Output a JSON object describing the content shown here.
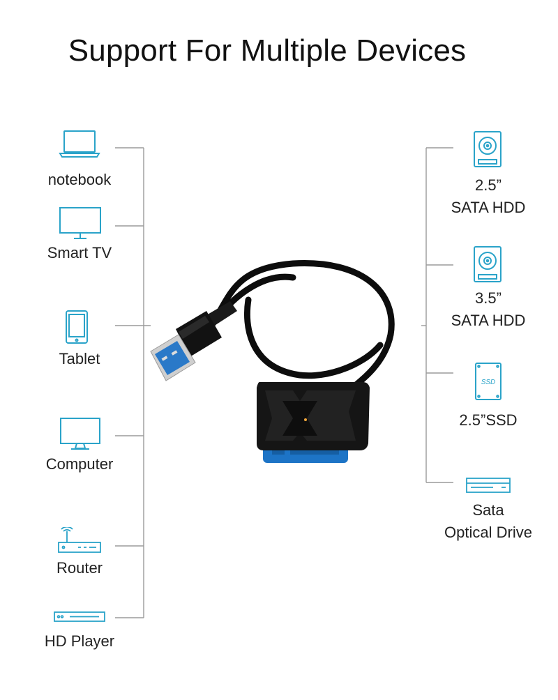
{
  "title": "Support For Multiple Devices",
  "accent_color": "#2aa3c9",
  "left_devices": [
    {
      "label": "notebook",
      "icon": "notebook-icon"
    },
    {
      "label": "Smart TV",
      "icon": "smart-tv-icon"
    },
    {
      "label": "Tablet",
      "icon": "tablet-icon"
    },
    {
      "label": "Computer",
      "icon": "computer-icon"
    },
    {
      "label": "Router",
      "icon": "router-icon"
    },
    {
      "label": "HD Player",
      "icon": "hd-player-icon"
    }
  ],
  "right_devices": [
    {
      "label_line1": "2.5”",
      "label_line2": "SATA HDD",
      "icon": "hdd-icon"
    },
    {
      "label_line1": "3.5”",
      "label_line2": "SATA HDD",
      "icon": "hdd-icon"
    },
    {
      "label_line1": "2.5”SSD",
      "label_line2": "",
      "icon": "ssd-icon",
      "icon_text": "SSD"
    },
    {
      "label_line1": "Sata",
      "label_line2": "Optical Drive",
      "icon": "optical-drive-icon"
    }
  ]
}
